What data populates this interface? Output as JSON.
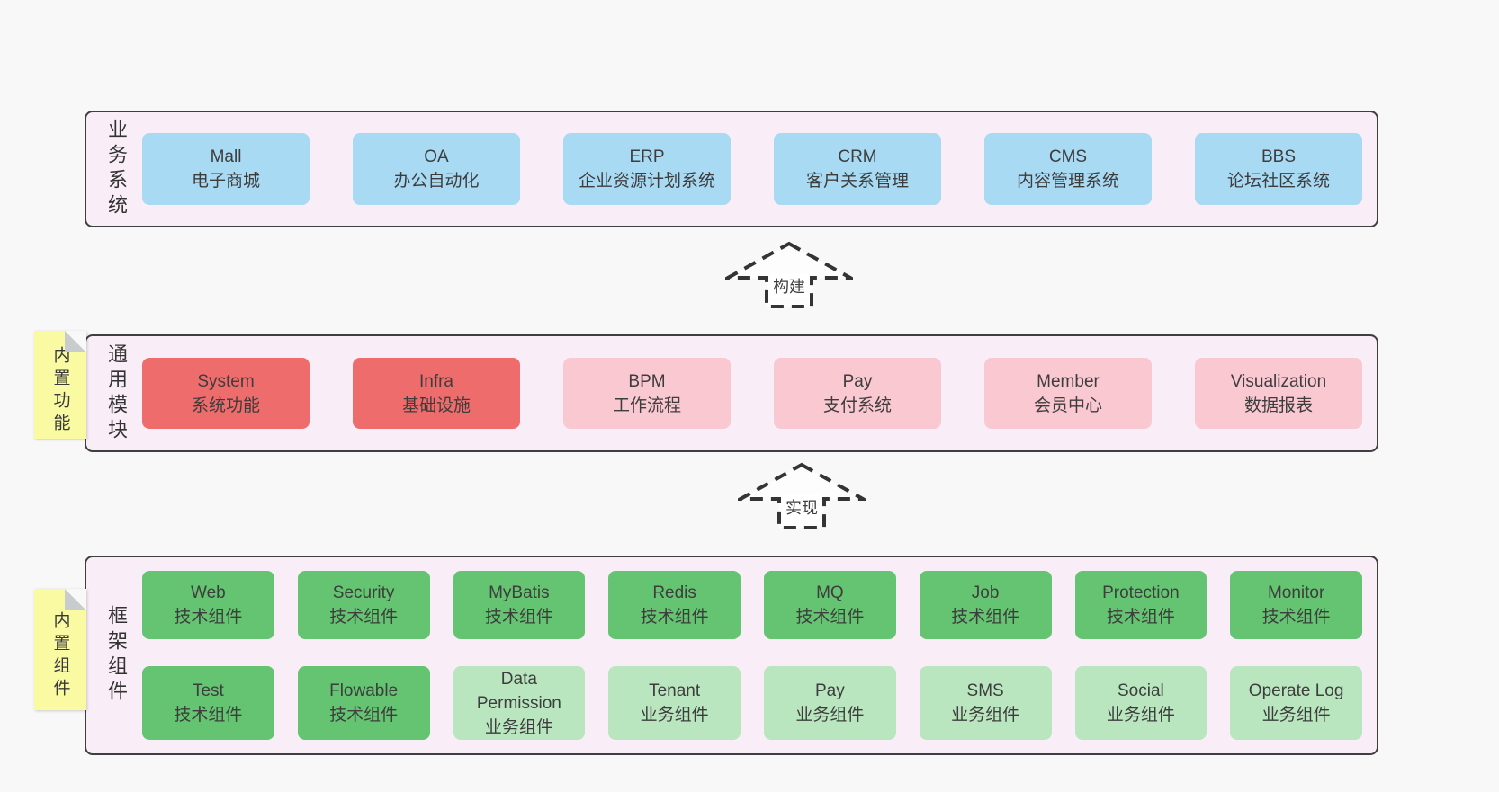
{
  "colors": {
    "page_bg": "#f8f8f8",
    "panel_bg": "#f9eef7",
    "panel_border": "#3f3f3f",
    "blue": "#a9daf3",
    "red": "#ef6c6c",
    "pink": "#f9c8d1",
    "green": "#65c471",
    "green_light": "#b9e6bf",
    "note_yellow": "#fafaa3",
    "note_fold": "#c9ccce",
    "text": "#3d3d3d"
  },
  "sections": [
    {
      "label": "业务系统",
      "boxes": [
        {
          "title": "Mall",
          "subtitle": "电子商城",
          "variant": "blue"
        },
        {
          "title": "OA",
          "subtitle": "办公自动化",
          "variant": "blue"
        },
        {
          "title": "ERP",
          "subtitle": "企业资源计划系统",
          "variant": "blue"
        },
        {
          "title": "CRM",
          "subtitle": "客户关系管理",
          "variant": "blue"
        },
        {
          "title": "CMS",
          "subtitle": "内容管理系统",
          "variant": "blue"
        },
        {
          "title": "BBS",
          "subtitle": "论坛社区系统",
          "variant": "blue"
        }
      ]
    },
    {
      "label": "通用模块",
      "note": "内置功能",
      "boxes": [
        {
          "title": "System",
          "subtitle": "系统功能",
          "variant": "red"
        },
        {
          "title": "Infra",
          "subtitle": "基础设施",
          "variant": "red"
        },
        {
          "title": "BPM",
          "subtitle": "工作流程",
          "variant": "pink"
        },
        {
          "title": "Pay",
          "subtitle": "支付系统",
          "variant": "pink"
        },
        {
          "title": "Member",
          "subtitle": "会员中心",
          "variant": "pink"
        },
        {
          "title": "Visualization",
          "subtitle": "数据报表",
          "variant": "pink"
        }
      ]
    },
    {
      "label": "框架组件",
      "note": "内置组件",
      "rows": [
        [
          {
            "title": "Web",
            "subtitle": "技术组件",
            "variant": "green"
          },
          {
            "title": "Security",
            "subtitle": "技术组件",
            "variant": "green"
          },
          {
            "title": "MyBatis",
            "subtitle": "技术组件",
            "variant": "green"
          },
          {
            "title": "Redis",
            "subtitle": "技术组件",
            "variant": "green"
          },
          {
            "title": "MQ",
            "subtitle": "技术组件",
            "variant": "green"
          },
          {
            "title": "Job",
            "subtitle": "技术组件",
            "variant": "green"
          },
          {
            "title": "Protection",
            "subtitle": "技术组件",
            "variant": "green"
          },
          {
            "title": "Monitor",
            "subtitle": "技术组件",
            "variant": "green"
          }
        ],
        [
          {
            "title": "Test",
            "subtitle": "技术组件",
            "variant": "green"
          },
          {
            "title": "Flowable",
            "subtitle": "技术组件",
            "variant": "green"
          },
          {
            "title": "Data Permission",
            "subtitle": "业务组件",
            "variant": "green-light"
          },
          {
            "title": "Tenant",
            "subtitle": "业务组件",
            "variant": "green-light"
          },
          {
            "title": "Pay",
            "subtitle": "业务组件",
            "variant": "green-light"
          },
          {
            "title": "SMS",
            "subtitle": "业务组件",
            "variant": "green-light"
          },
          {
            "title": "Social",
            "subtitle": "业务组件",
            "variant": "green-light"
          },
          {
            "title": "Operate Log",
            "subtitle": "业务组件",
            "variant": "green-light"
          }
        ]
      ]
    }
  ],
  "arrows": [
    {
      "label": "构建"
    },
    {
      "label": "实现"
    }
  ]
}
